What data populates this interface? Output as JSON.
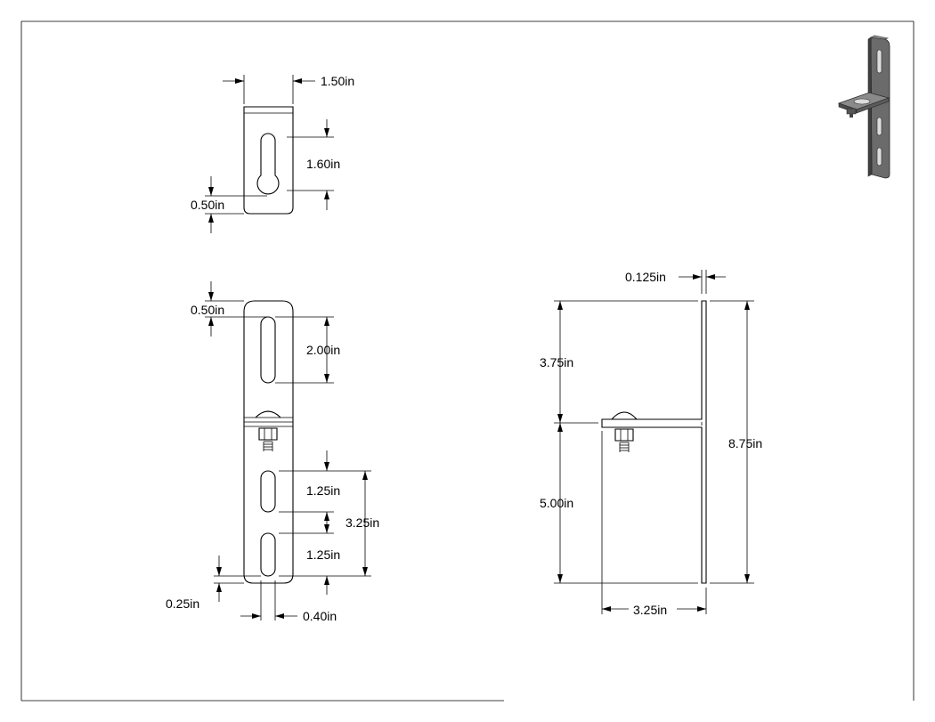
{
  "drawing": {
    "top_view": {
      "width": "1.50in",
      "slot_length": "1.60in",
      "edge_offset": "0.50in"
    },
    "front_view": {
      "top_offset": "0.50in",
      "upper_slot": "2.00in",
      "lower_slot_1": "1.25in",
      "lower_slot_2": "1.25in",
      "lower_span": "3.25in",
      "bottom_offset": "0.25in",
      "slot_width": "0.40in"
    },
    "side_view": {
      "thickness": "0.125in",
      "upper_height": "3.75in",
      "lower_height": "5.00in",
      "total_height": "8.75in",
      "arm_length": "3.25in"
    }
  },
  "colors": {
    "line": "#000000",
    "background": "#ffffff",
    "iso_fill": "#6b6b6b"
  },
  "icons": {
    "iso_preview": "bracket-3d-icon"
  }
}
